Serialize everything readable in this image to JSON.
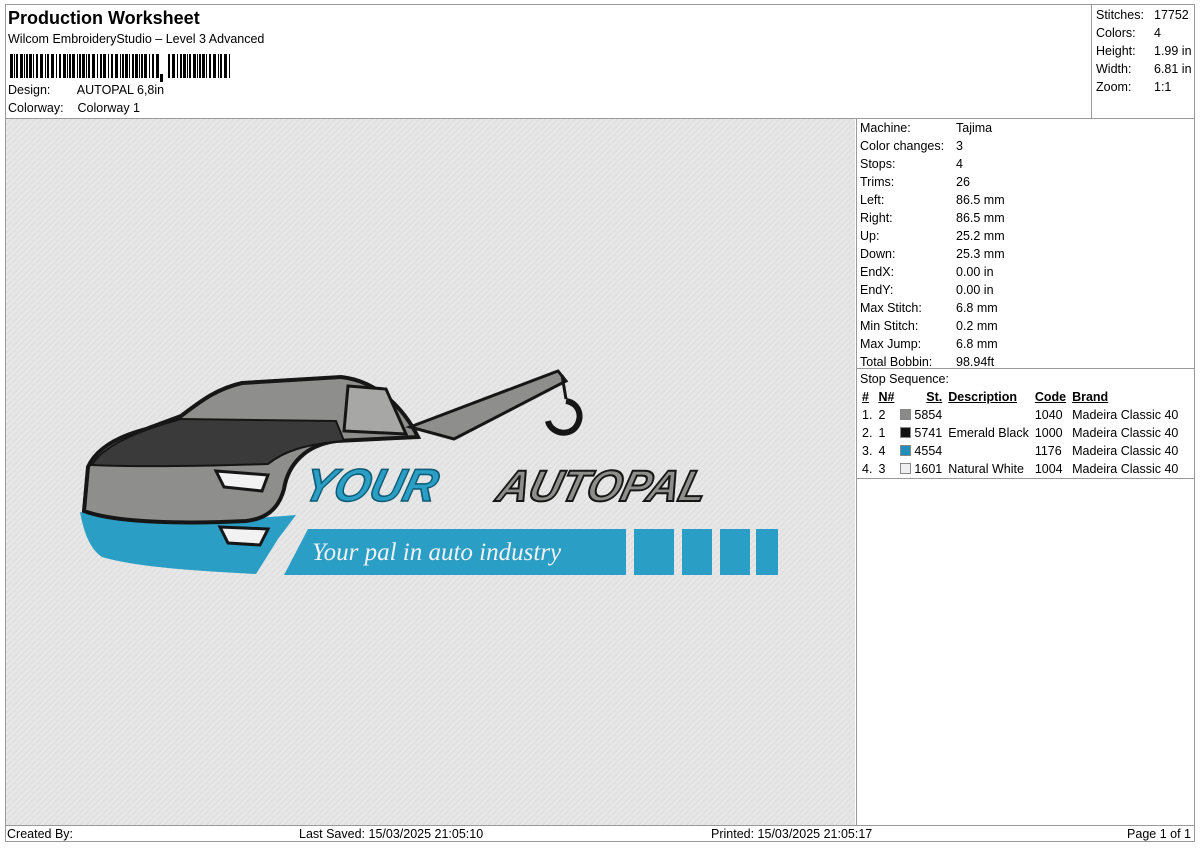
{
  "header": {
    "title": "Production Worksheet",
    "software": "Wilcom EmbroideryStudio – Level 3 Advanced",
    "design_label": "Design:",
    "design_value": "AUTOPAL 6,8in",
    "colorway_label": "Colorway:",
    "colorway_value": "Colorway 1"
  },
  "stats": [
    {
      "label": "Stitches:",
      "value": "17752"
    },
    {
      "label": "Colors:",
      "value": "4"
    },
    {
      "label": "Height:",
      "value": "1.99 in"
    },
    {
      "label": "Width:",
      "value": "6.81 in"
    },
    {
      "label": "Zoom:",
      "value": "1:1"
    }
  ],
  "machine_info": [
    {
      "label": "Machine:",
      "value": "Tajima"
    },
    {
      "label": "Color changes:",
      "value": "3"
    },
    {
      "label": "Stops:",
      "value": "4"
    },
    {
      "label": "Trims:",
      "value": "26"
    },
    {
      "label": "Left:",
      "value": "86.5 mm"
    },
    {
      "label": "Right:",
      "value": "86.5 mm"
    },
    {
      "label": "Up:",
      "value": "25.2 mm"
    },
    {
      "label": "Down:",
      "value": "25.3 mm"
    },
    {
      "label": "EndX:",
      "value": "0.00 in"
    },
    {
      "label": "EndY:",
      "value": "0.00 in"
    },
    {
      "label": "Max Stitch:",
      "value": "6.8 mm"
    },
    {
      "label": "Min Stitch:",
      "value": "0.2 mm"
    },
    {
      "label": "Max Jump:",
      "value": "6.8 mm"
    },
    {
      "label": "Total Bobbin:",
      "value": "98.94ft"
    }
  ],
  "stop_sequence": {
    "title": "Stop Sequence:",
    "columns": [
      "#",
      "N#",
      "St.",
      "Description",
      "Code",
      "Brand"
    ],
    "rows": [
      {
        "num": "1.",
        "n": "2",
        "color": "#8a8a88",
        "st": "5854",
        "description": "",
        "code": "1040",
        "brand": "Madeira Classic 40"
      },
      {
        "num": "2.",
        "n": "1",
        "color": "#111111",
        "st": "5741",
        "description": "Emerald Black",
        "code": "1000",
        "brand": "Madeira Classic 40"
      },
      {
        "num": "3.",
        "n": "4",
        "color": "#1f8fbe",
        "st": "4554",
        "description": "",
        "code": "1176",
        "brand": "Madeira Classic 40"
      },
      {
        "num": "4.",
        "n": "3",
        "color": "#efeff2",
        "st": "1601",
        "description": "Natural White",
        "code": "1004",
        "brand": "Madeira Classic 40"
      }
    ]
  },
  "design": {
    "line1_a": "YOUR",
    "line1_b": "AUTOPAL",
    "slogan": "Your pal in auto industry",
    "colors": {
      "blue": "#2a9ec4",
      "gray": "#8e8f8c",
      "black": "#161616",
      "white": "#f2f2f2"
    }
  },
  "footer": {
    "created_by": "Created By:",
    "last_saved": "Last Saved: 15/03/2025 21:05:10",
    "printed": "Printed: 15/03/2025 21:05:17",
    "page": "Page 1 of 1"
  }
}
